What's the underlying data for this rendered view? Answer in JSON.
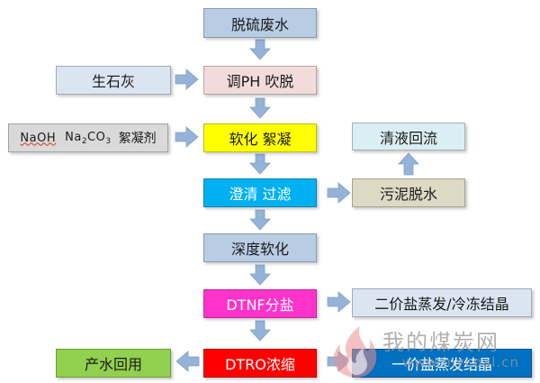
{
  "colors": {
    "blue": "#b8cce4",
    "pink": "#f2dcdb",
    "light_blue": "#dbe5f1",
    "gray": "#d9d9d9",
    "yellow": "#ffff00",
    "cyan": "#00b0f0",
    "light_cyan": "#dbeef4",
    "tan": "#ddd9c3",
    "magenta": "#ff33cc",
    "red": "#ff0000",
    "green": "#92d050",
    "dark_blue": "#0070c0",
    "arrow": "#95b3d7"
  },
  "nodes": {
    "desulfurization_wastewater": "脱硫废水",
    "adjust_ph_stripping": "调PH 吹脱",
    "quicklime": "生石灰",
    "chemicals": {
      "naoh": "NaOH",
      "na2co3_prefix": "Na",
      "na2co3_sub1": "2",
      "na2co3_mid": "CO",
      "na2co3_sub2": "3",
      "flocculant": "絮凝剂"
    },
    "softening_flocculation": "软化 絮凝",
    "clarification_filtration": "澄清 过滤",
    "clear_liquid_return": "清液回流",
    "sludge_dewatering": "污泥脱水",
    "deep_softening": "深度软化",
    "dtnf_salt_separation": "DTNF分盐",
    "divalent_salt_evaporation": "二价盐蒸发/冷冻结晶",
    "dtro_concentration": "DTRO浓缩",
    "produced_water_reuse": "产水回用",
    "monovalent_salt_evaporation": "一价盐蒸发结晶"
  },
  "watermark": {
    "text": "我的煤炭网",
    "url": "www.mycoal.cn"
  }
}
